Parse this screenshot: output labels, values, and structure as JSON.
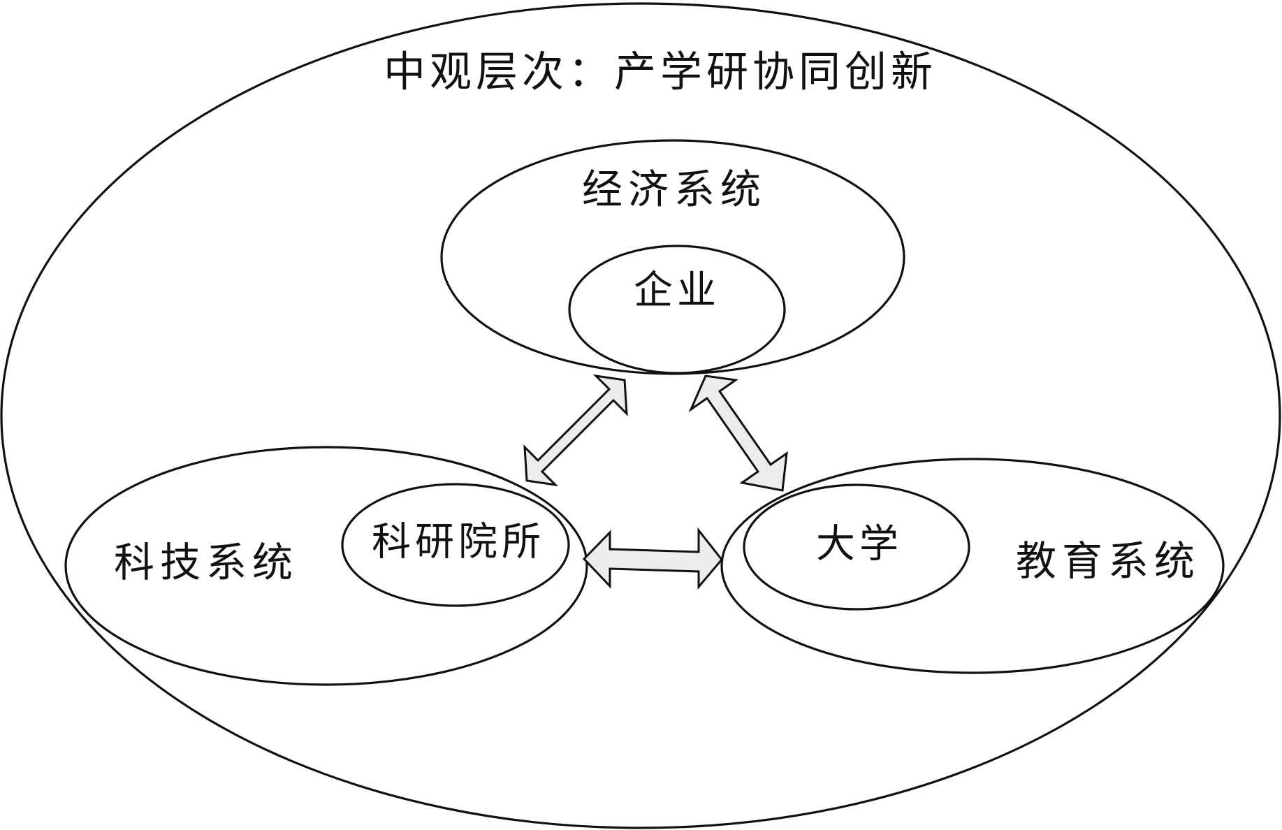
{
  "diagram": {
    "title": "中观层次：产学研协同创新",
    "economic_system": {
      "label": "经济系统",
      "member": "企业"
    },
    "tech_system": {
      "label": "科技系统",
      "member": "科研院所"
    },
    "education_system": {
      "label": "教育系统",
      "member": "大学"
    },
    "links": [
      "企业 ↔ 科研院所",
      "企业 ↔ 大学",
      "科研院所 ↔ 大学"
    ]
  }
}
